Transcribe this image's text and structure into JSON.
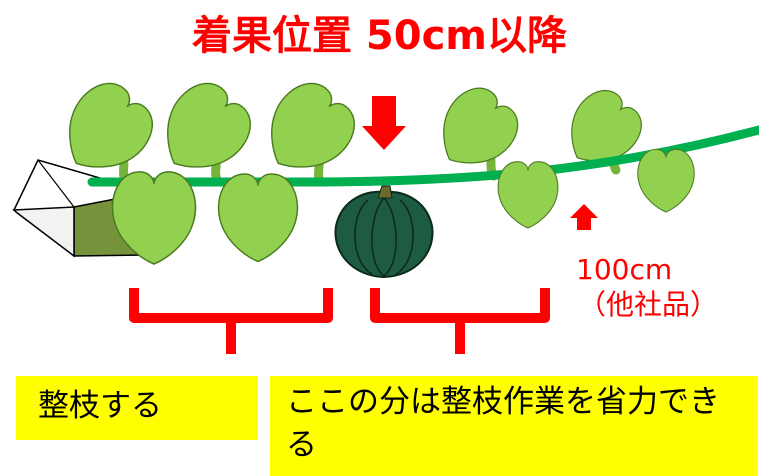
{
  "title": "着果位置 50cm以降",
  "distance": {
    "value": "100cm",
    "note": "（他社品）"
  },
  "labels": {
    "prune": "整枝する",
    "saved": "ここの分は整枝作業を省力できる"
  },
  "colors": {
    "title": "#ff0000",
    "accent": "#ff0000",
    "leaf": "#92d050",
    "leaf_outline": "#4a7a1e",
    "vine": "#00b050",
    "pumpkin": "#1e5c42",
    "label_bg": "#ffff00"
  }
}
